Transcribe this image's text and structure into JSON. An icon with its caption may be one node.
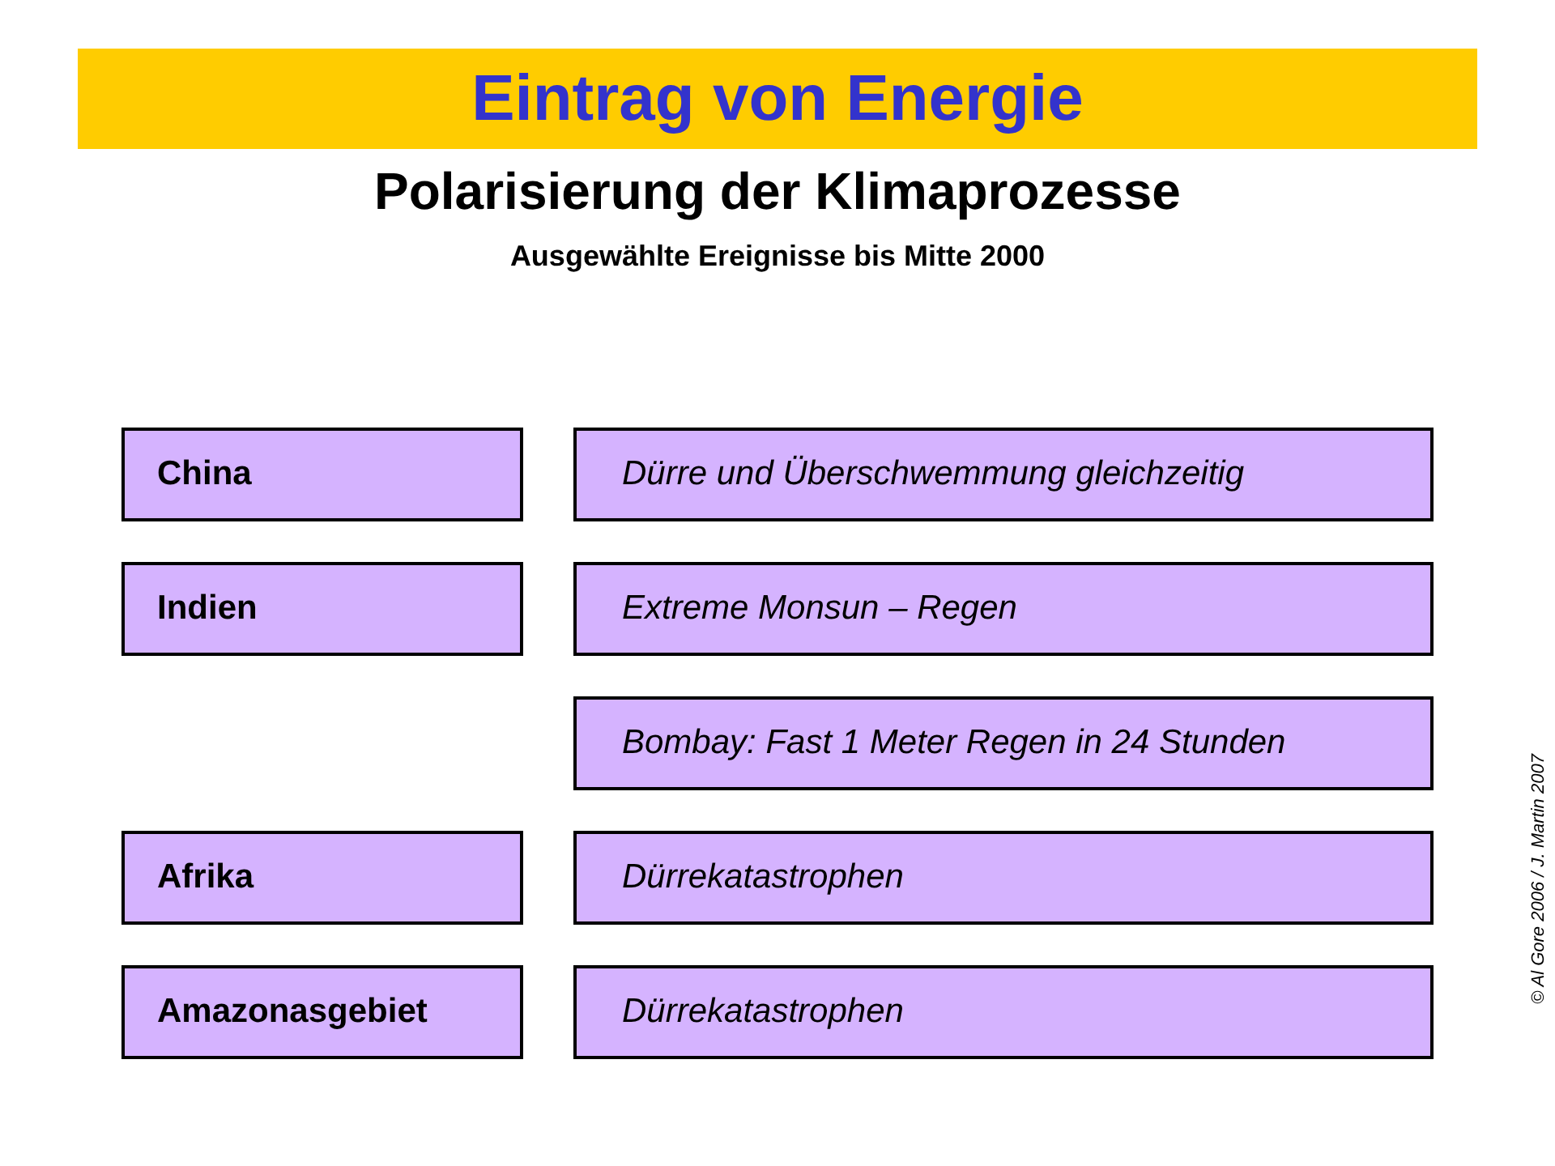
{
  "diagram": {
    "title": "Eintrag von Energie",
    "nodes": [
      {
        "text": [
          "China"
        ]
      },
      {
        "text": [
          "Dürre und Überschwemmung gleichzeitig"
        ]
      },
      {
        "text": [
          "Indien"
        ]
      },
      {
        "text": [
          "Extreme Monsun – Regen"
        ]
      },
      {
        "text": [
          "Bombay: Fast 1 Meter Regen in 24 Stunden"
        ]
      },
      {
        "text": [
          "Afrika"
        ]
      },
      {
        "text": [
          "Dürrekatastrophen"
        ]
      },
      {
        "text": [
          "Amazonasgebiet"
        ]
      },
      {
        "text": [
          "Dürrekatastrophen"
        ]
      }
    ],
    "labels": [
      "Polarisierung der Klimaprozesse",
      "Ausgewählte Ereignisse bis Mitte 2000",
      "© Al Gore 2006 / J. Martin 2007"
    ]
  }
}
